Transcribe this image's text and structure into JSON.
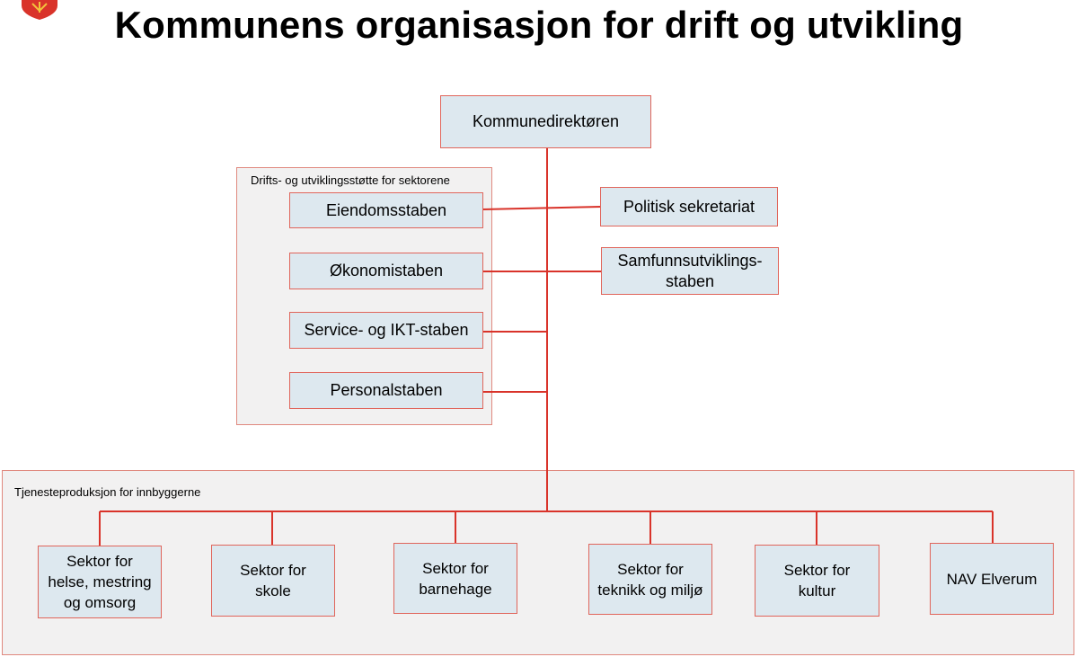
{
  "title": "Kommunens organisasjon for drift og utvikling",
  "top": {
    "label": "Kommunedirektøren"
  },
  "support_group": {
    "label": "Drifts- og utviklingsstøtte for sektorene",
    "staffs": [
      "Eiendomsstaben",
      "Økonomistaben",
      "Service- og IKT-staben",
      "Personalstaben"
    ]
  },
  "side_units": [
    "Politisk sekretariat",
    "Samfunnsutviklings-\nstaben"
  ],
  "service_group": {
    "label": "Tjenesteproduksjon for innbyggerne",
    "sectors": [
      "Sektor for\nhelse, mestring\nog omsorg",
      "Sektor for\nskole",
      "Sektor for\nbarnehage",
      "Sektor for\nteknikk og miljø",
      "Sektor for\nkultur",
      "NAV Elverum"
    ]
  },
  "colors": {
    "line": "#d9332a",
    "box_fill": "#dde8ef",
    "box_border": "#e0655b",
    "group_fill": "#f2f1f1"
  }
}
